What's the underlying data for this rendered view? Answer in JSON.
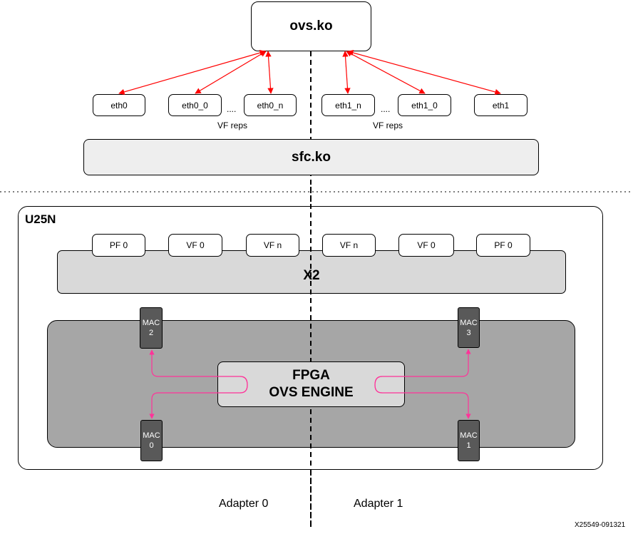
{
  "ovs": {
    "label": "ovs.ko"
  },
  "reps": {
    "left": [
      "eth0",
      "eth0_0",
      "eth0_n"
    ],
    "right": [
      "eth1_n",
      "eth1_0",
      "eth1"
    ],
    "ellipsis": "....",
    "vf_reps_label": "VF reps"
  },
  "sfc": {
    "label": "sfc.ko"
  },
  "card": {
    "label": "U25N",
    "functions": [
      "PF 0",
      "VF 0",
      "VF n",
      "VF n",
      "VF 0",
      "PF 0"
    ],
    "x2_label": "X2",
    "fpga": {
      "line1": "FPGA",
      "line2": "OVS ENGINE"
    },
    "macs": [
      {
        "line1": "MAC",
        "line2": "2"
      },
      {
        "line1": "MAC",
        "line2": "3"
      },
      {
        "line1": "MAC",
        "line2": "0"
      },
      {
        "line1": "MAC",
        "line2": "1"
      }
    ]
  },
  "adapters": [
    "Adapter 0",
    "Adapter 1"
  ],
  "figure_id": "X25549-091321",
  "colors": {
    "red_arrow": "#ff0000",
    "pink_arrow": "#ff3399"
  }
}
